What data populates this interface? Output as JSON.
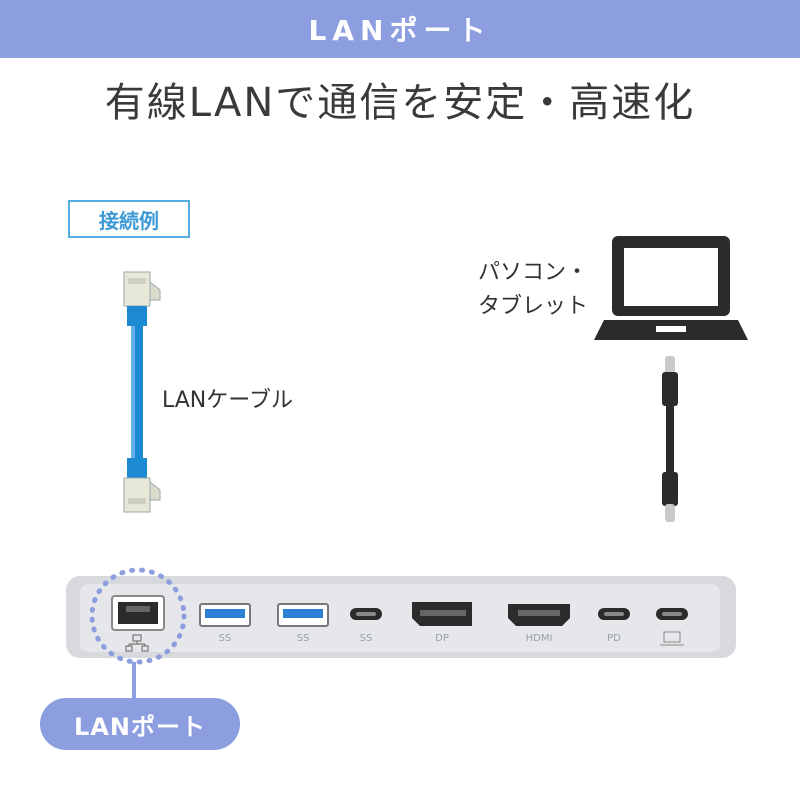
{
  "banner": {
    "title": "LANポート"
  },
  "headline": "有線LANで通信を安定・高速化",
  "example_tag": "接続例",
  "cable_label": "LANケーブル",
  "device_label": {
    "line1": "パソコン・",
    "line2": "タブレット"
  },
  "port_pill": "LANポート",
  "dock_ports": {
    "usb_a_1": "SS",
    "usb_a_2": "SS",
    "usb_c_1": "SS",
    "dp": "DP",
    "hdmi": "HDMI",
    "pd": "PD"
  },
  "colors": {
    "banner": "#8c9de0",
    "cable_blue": "#1b8ad3",
    "usb_blue": "#2d7fd6",
    "tag_border": "#55aee0"
  },
  "icons": [
    "lan-port-icon",
    "laptop-icon",
    "usb-c-cable-icon",
    "lan-cable-icon"
  ]
}
